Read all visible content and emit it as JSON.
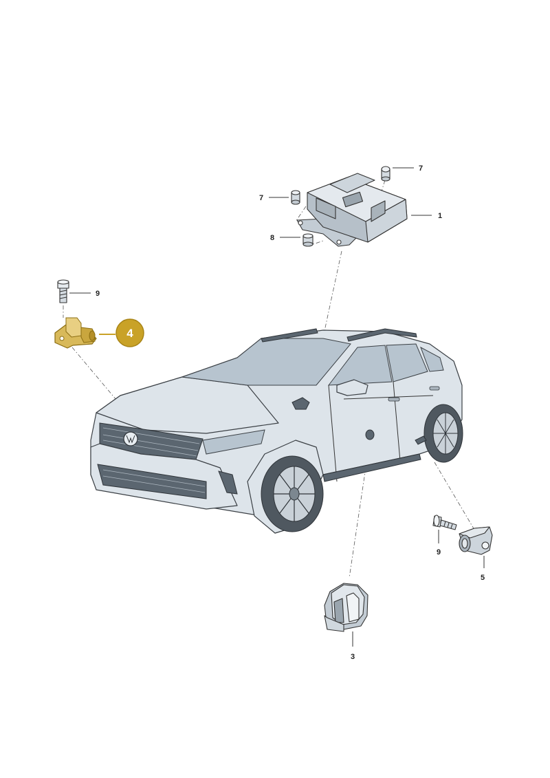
{
  "callouts": [
    {
      "id": "c1",
      "text": "1"
    },
    {
      "id": "c3",
      "text": "3"
    },
    {
      "id": "c4",
      "text": "4",
      "highlighted": true
    },
    {
      "id": "c5",
      "text": "5"
    },
    {
      "id": "c7a",
      "text": "7"
    },
    {
      "id": "c7b",
      "text": "7"
    },
    {
      "id": "c8",
      "text": "8"
    },
    {
      "id": "c9a",
      "text": "9"
    },
    {
      "id": "c9b",
      "text": "9"
    }
  ],
  "colors": {
    "highlight": "#c9a227",
    "highlight_outline": "#a88416",
    "part_fill": "#d9e0e6",
    "car_fill": "#dde4ea"
  }
}
